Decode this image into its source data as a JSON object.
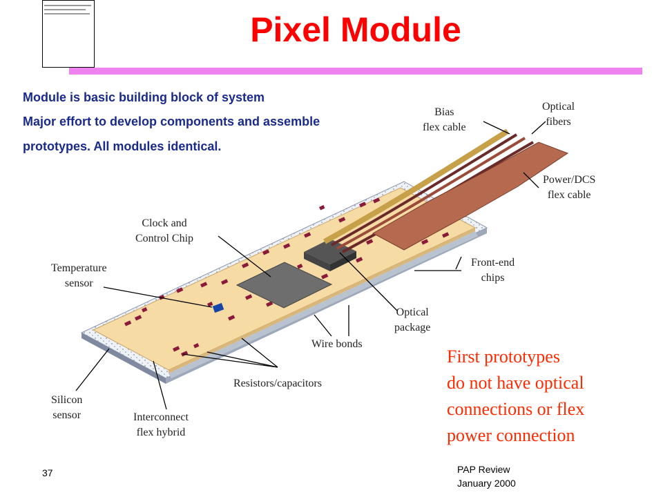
{
  "slide": {
    "title": "Pixel Module",
    "bullets": [
      "Module is basic building block of system",
      "Major effort to develop components and assemble",
      "prototypes. All modules identical."
    ],
    "labels": {
      "bias_flex_cable": [
        "Bias",
        "flex cable"
      ],
      "optical_fibers": [
        "Optical",
        "fibers"
      ],
      "power_dcs_flex_cable": [
        "Power/DCS",
        "flex cable"
      ],
      "clock_control_chip": [
        "Clock and",
        "Control Chip"
      ],
      "temperature_sensor": [
        "Temperature",
        "sensor"
      ],
      "front_end_chips": [
        "Front-end",
        "chips"
      ],
      "optical_package": [
        "Optical",
        "package"
      ],
      "wire_bonds": "Wire bonds",
      "resistors_capacitors": "Resistors/capacitors",
      "silicon_sensor": [
        "Silicon",
        "sensor"
      ],
      "interconnect_flex_hybrid": [
        "Interconnect",
        "flex hybrid"
      ]
    },
    "note": [
      "First prototypes",
      "do not have optical",
      "connections or flex",
      "power connection"
    ],
    "footer": {
      "page_number": "37",
      "event": "PAP Review",
      "date": "January 2000"
    },
    "colors": {
      "title": "#ff0000",
      "bullets": "#1a2a8c",
      "rule": "#ee82ee",
      "note": "#ff2a00"
    }
  }
}
